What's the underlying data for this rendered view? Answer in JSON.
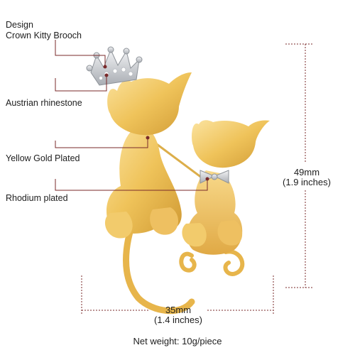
{
  "callouts": {
    "design_heading": "Design",
    "design_name": "Crown Kitty Brooch",
    "rhinestone": "Austrian rhinestone",
    "gold": "Yellow Gold Plated",
    "rhodium": "Rhodium plated"
  },
  "dimensions": {
    "height_mm": "49mm",
    "height_in": "(1.9 inches)",
    "width_mm": "35mm",
    "width_in": "(1.4 inches)"
  },
  "footer": {
    "net_weight": "Net weight: 10g/piece"
  },
  "colors": {
    "callout_line": "#7a2a2a",
    "gold_light": "#f6d88a",
    "gold_mid": "#ecbd52",
    "gold_dark": "#c9922c",
    "silver": "#cfd2d6"
  }
}
